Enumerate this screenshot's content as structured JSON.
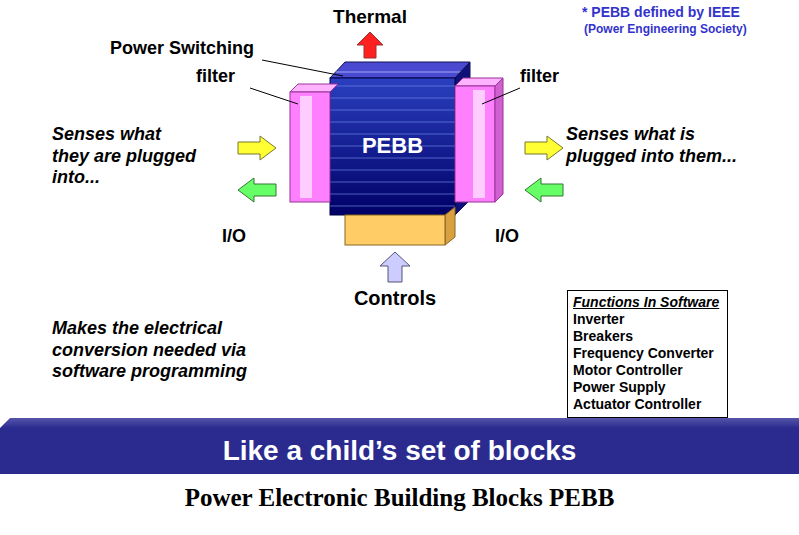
{
  "diagram": {
    "caption": "Power Electronic Building Blocks PEBB",
    "nodes": [
      {
        "text": [
          "PEBB"
        ]
      },
      {
        "text": [
          "Functions In Software",
          "Inverter",
          "Breakers",
          "Frequency Converter",
          "Motor Controller",
          "Power Supply",
          "Actuator Controller"
        ]
      },
      {
        "text": [
          "Like a child’s set of blocks"
        ]
      }
    ],
    "labels": [
      "Thermal",
      "* PEBB defined by IEEE",
      "(Power Engineering Society)",
      "Power Switching",
      "filter",
      "filter",
      "Senses what they are plugged into...",
      "Senses what is plugged into them...",
      "I/O",
      "I/O",
      "Controls",
      "Makes the electrical conversion needed via software programming"
    ]
  }
}
